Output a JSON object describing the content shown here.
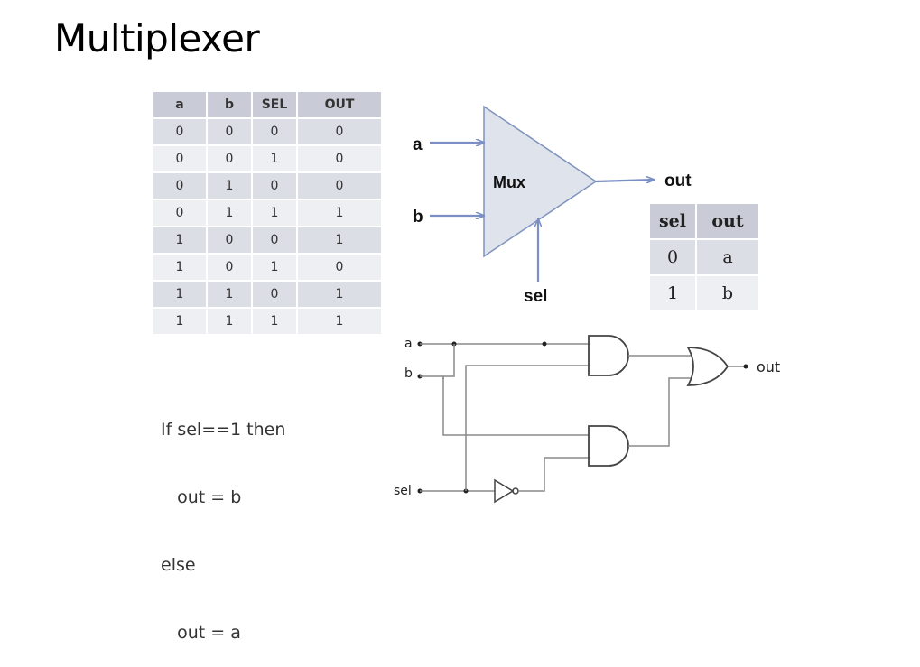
{
  "title": "Multiplexer",
  "truth_table": {
    "headers": [
      "a",
      "b",
      "SEL",
      "OUT"
    ],
    "rows": [
      [
        "0",
        "0",
        "0",
        "0"
      ],
      [
        "0",
        "0",
        "1",
        "0"
      ],
      [
        "0",
        "1",
        "0",
        "0"
      ],
      [
        "0",
        "1",
        "1",
        "1"
      ],
      [
        "1",
        "0",
        "0",
        "1"
      ],
      [
        "1",
        "0",
        "1",
        "0"
      ],
      [
        "1",
        "1",
        "0",
        "1"
      ],
      [
        "1",
        "1",
        "1",
        "1"
      ]
    ]
  },
  "code_lines": [
    "If sel==1 then",
    "   out = b",
    "else",
    "   out = a"
  ],
  "mux_block": {
    "label": "Mux",
    "inputs": [
      "a",
      "b"
    ],
    "select": "sel",
    "output": "out",
    "colors": {
      "fill": "#dfe3ec",
      "stroke": "#7f93bf",
      "arrow": "#7b8fc4"
    }
  },
  "sel_table": {
    "headers": [
      "sel",
      "out"
    ],
    "rows": [
      [
        "0",
        "a"
      ],
      [
        "1",
        "b"
      ]
    ]
  },
  "gate_circuit": {
    "inputs": [
      "a",
      "b",
      "sel"
    ],
    "output": "out",
    "wire_color": "#8a8a8a"
  }
}
